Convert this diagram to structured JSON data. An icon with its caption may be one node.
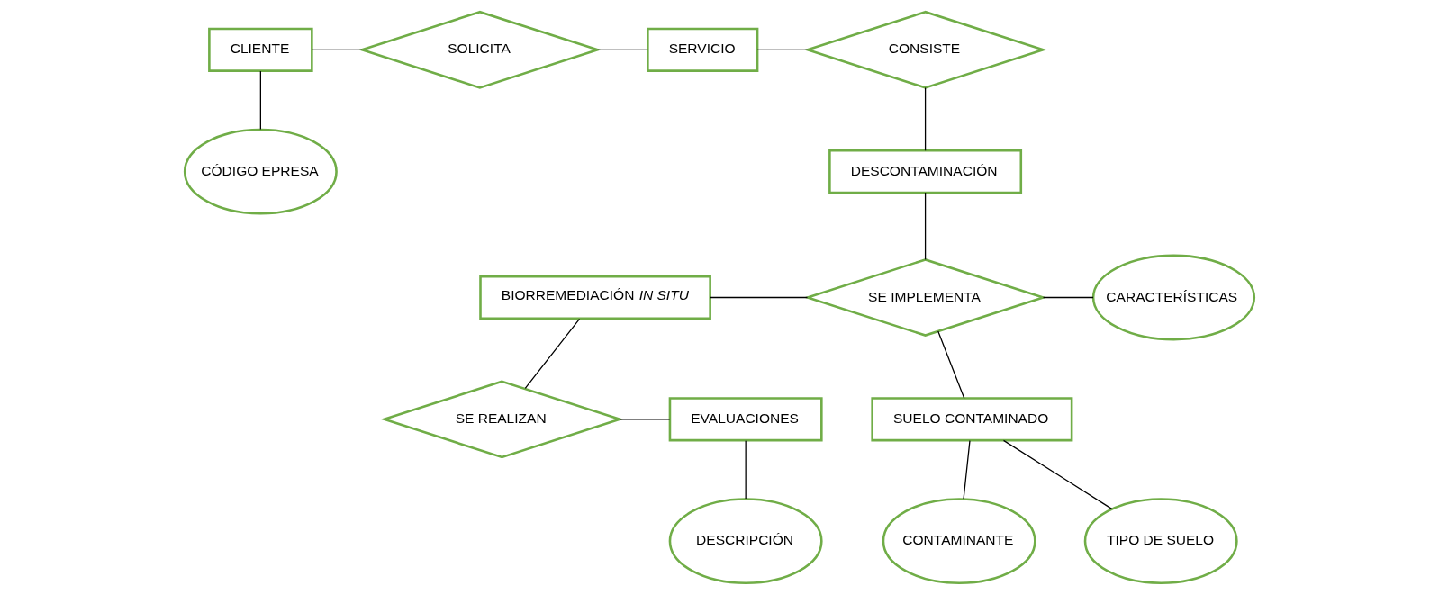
{
  "diagram": {
    "nodes": [
      {
        "text": [
          "CLIENTE"
        ]
      },
      {
        "text": [
          "SOLICITA"
        ]
      },
      {
        "text": [
          "SERVICIO"
        ]
      },
      {
        "text": [
          "CONSISTE"
        ]
      },
      {
        "text": [
          "CÓDIGO EPRESA"
        ]
      },
      {
        "text": [
          "DESCONTAMINACIÓN"
        ]
      },
      {
        "text": [
          "BIORREMEDIACIÓN *IN SITU*"
        ]
      },
      {
        "text": [
          "SE IMPLEMENTA"
        ]
      },
      {
        "text": [
          "CARACTERÍSTICAS"
        ]
      },
      {
        "text": [
          "EVALUACIONES"
        ]
      },
      {
        "text": [
          "SE REALIZAN"
        ]
      },
      {
        "text": [
          "SUELO CONTAMINADO"
        ]
      },
      {
        "text": [
          "DESCRIPCIÓN"
        ]
      },
      {
        "text": [
          "TIPO DE SUELO"
        ]
      },
      {
        "text": [
          "CONTAMINANTE"
        ]
      }
    ],
    "edges": [
      {
        "from": 0,
        "to": 1,
        "arrow": "none"
      },
      {
        "from": 1,
        "to": 2,
        "arrow": "none"
      },
      {
        "from": 2,
        "to": 3,
        "arrow": "none"
      },
      {
        "from": 0,
        "to": 4,
        "arrow": "none"
      },
      {
        "from": 3,
        "to": 5,
        "arrow": "none"
      },
      {
        "from": 5,
        "to": 7,
        "arrow": "none"
      },
      {
        "from": 6,
        "to": 7,
        "arrow": "none"
      },
      {
        "from": 7,
        "to": 8,
        "arrow": "none"
      },
      {
        "from": 7,
        "to": 11,
        "arrow": "none"
      },
      {
        "from": 6,
        "to": 10,
        "arrow": "none"
      },
      {
        "from": 9,
        "to": 10,
        "arrow": "none"
      },
      {
        "from": 9,
        "to": 12,
        "arrow": "none"
      },
      {
        "from": 11,
        "to": 13,
        "arrow": "none"
      },
      {
        "from": 11,
        "to": 14,
        "arrow": "none"
      }
    ]
  }
}
